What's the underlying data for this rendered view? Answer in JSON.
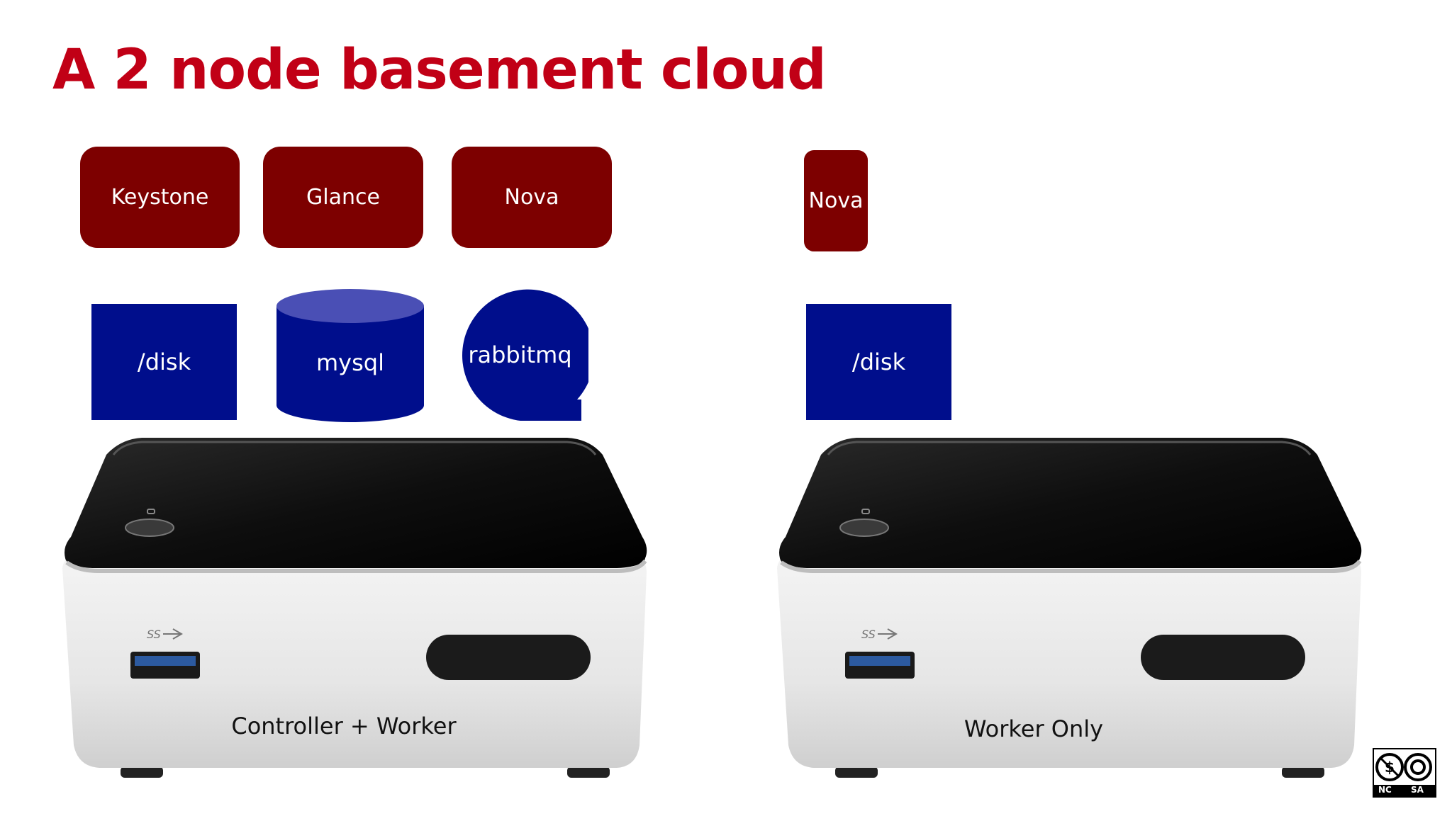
{
  "slide": {
    "title": "A 2 node basement cloud"
  },
  "controller": {
    "services": [
      {
        "label": "Keystone"
      },
      {
        "label": "Glance"
      },
      {
        "label": "Nova"
      }
    ],
    "storage": {
      "disk": "/disk",
      "db": "mysql",
      "queue": "rabbitmq"
    },
    "device_label": "Controller + Worker"
  },
  "worker": {
    "services": [
      {
        "label": "Nova"
      }
    ],
    "storage": {
      "disk": "/disk"
    },
    "device_label": "Worker Only"
  },
  "license": {
    "nc": "NC",
    "sa": "SA"
  },
  "colors": {
    "title": "#c10016",
    "service_box": "#7d0000",
    "storage_box": "#000e8c",
    "cylinder_top": "#4a4fb5"
  }
}
